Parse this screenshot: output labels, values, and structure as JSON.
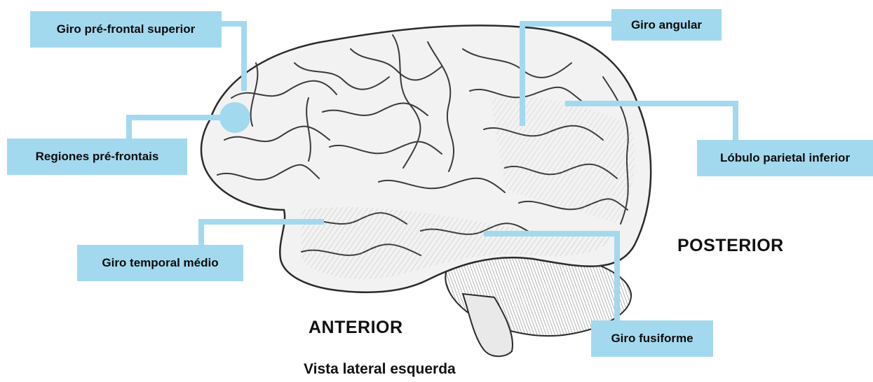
{
  "labels": {
    "giro_prefrontal_superior": "Giro pré-frontal superior",
    "regiones_prefrontais": "Regiones pré-frontais",
    "giro_temporal_medio": "Giro temporal médio",
    "giro_angular": "Giro angular",
    "lobulo_parietal_inferior": "Lóbulo parietal inferior",
    "giro_fusiforme": "Giro fusiforme"
  },
  "orientation": {
    "posterior": "POSTERIOR",
    "anterior": "ANTERIOR"
  },
  "caption": "Vista lateral esquerda",
  "colors": {
    "label_fill": "#a3d9ee",
    "leader_line": "#a3d9ee",
    "brain_outline": "#2b2b2b",
    "text": "#111111"
  },
  "illustration": "brain-lateral-view"
}
